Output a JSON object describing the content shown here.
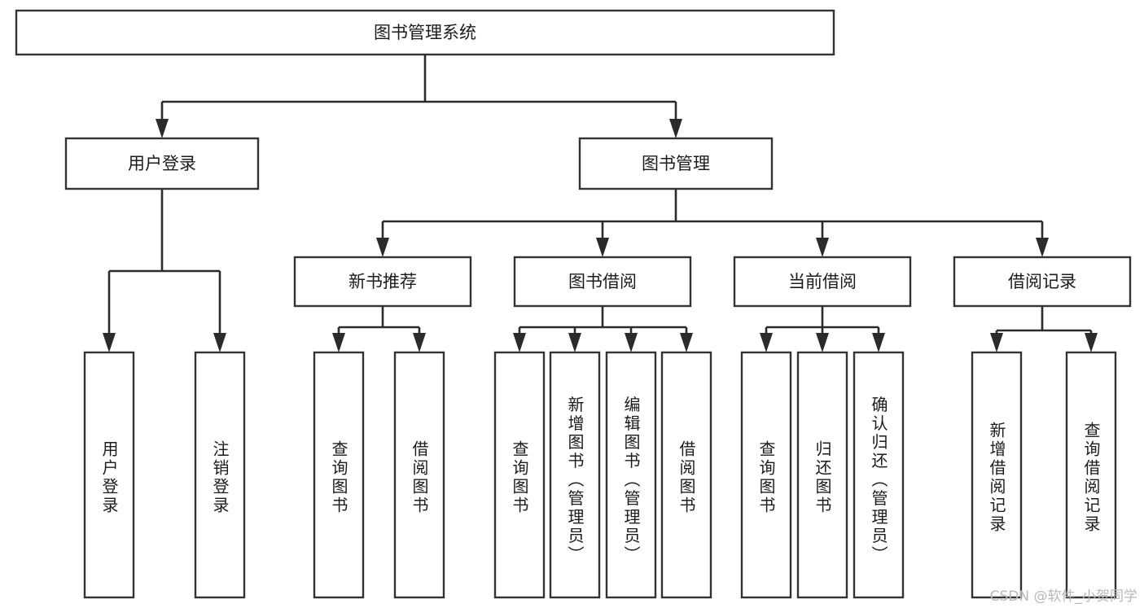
{
  "diagram": {
    "type": "tree-hierarchy-chart",
    "title": "图书管理系统",
    "watermark": "CSDN @软件_小贺同学",
    "colors": {
      "box_stroke": "#333333",
      "box_fill": "#ffffff",
      "connector": "#2b2b2b",
      "text": "#1b1b1b",
      "watermark": "#b8b8b8",
      "background": "#ffffff"
    },
    "root": {
      "label": "图书管理系统"
    },
    "level2": [
      {
        "label": "用户登录"
      },
      {
        "label": "图书管理"
      }
    ],
    "level3": [
      {
        "label": "新书推荐"
      },
      {
        "label": "图书借阅"
      },
      {
        "label": "当前借阅"
      },
      {
        "label": "借阅记录"
      }
    ],
    "leaves": {
      "user_login": [
        {
          "label": "用户登录"
        },
        {
          "label": "注销登录"
        }
      ],
      "new_book_recommend": [
        {
          "label": "查询图书"
        },
        {
          "label": "借阅图书"
        }
      ],
      "book_borrow": [
        {
          "label": "查询图书"
        },
        {
          "label": "新增图书（管理员）"
        },
        {
          "label": "编辑图书（管理员）"
        },
        {
          "label": "借阅图书"
        }
      ],
      "current_borrow": [
        {
          "label": "查询图书"
        },
        {
          "label": "归还图书"
        },
        {
          "label": "确认归还（管理员）"
        }
      ],
      "borrow_record": [
        {
          "label": "新增借阅记录"
        },
        {
          "label": "查询借阅记录"
        }
      ]
    }
  }
}
